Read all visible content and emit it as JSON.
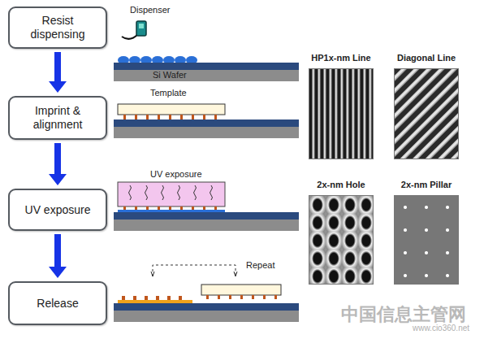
{
  "diagram": {
    "nodes": [
      {
        "text": [
          "Resist dispensing"
        ]
      },
      {
        "text": [
          "Imprint & alignment"
        ]
      },
      {
        "text": [
          "UV exposure"
        ]
      },
      {
        "text": [
          "Release"
        ]
      },
      {
        "text": [
          "HP1x-nm Line"
        ]
      },
      {
        "text": [
          "Diagonal Line"
        ]
      },
      {
        "text": [
          "2x-nm Hole"
        ]
      },
      {
        "text": [
          "2x-nm Pillar"
        ]
      }
    ],
    "edges": [
      {
        "from": 0,
        "to": 1,
        "arrow": "to"
      },
      {
        "from": 1,
        "to": 2,
        "arrow": "to"
      },
      {
        "from": 2,
        "to": 3,
        "arrow": "to"
      }
    ],
    "labels": [
      "Dispenser",
      "Si Wafer",
      "Template",
      "UV exposure",
      "Repeat",
      "中国信息主管网",
      "www.cio360.net"
    ]
  }
}
